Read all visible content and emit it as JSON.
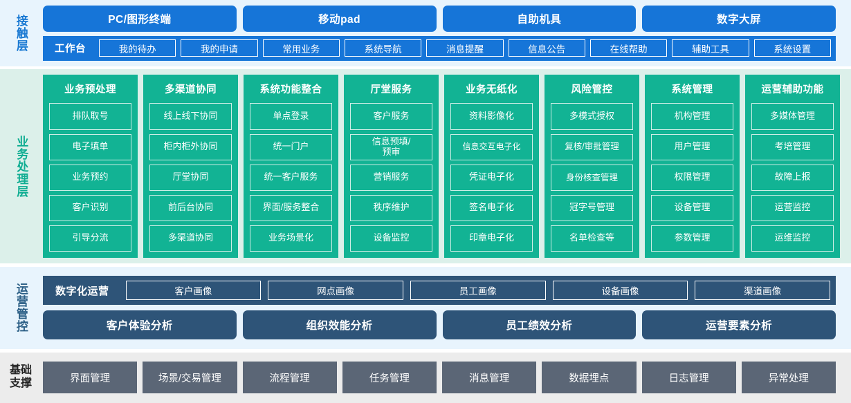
{
  "colors": {
    "contact_band_bg": "#e8f4fd",
    "contact_accent": "#1675d8",
    "business_band_bg": "#dcf0ea",
    "business_accent": "#12b394",
    "ops_band_bg": "#e8f4fd",
    "ops_accent": "#2e5478",
    "base_band_bg": "#ececec",
    "base_accent": "#5b6676"
  },
  "contact_layer": {
    "label": "接触层",
    "channels": [
      {
        "label": "PC/图形终端"
      },
      {
        "label": "移动pad"
      },
      {
        "label": "自助机具"
      },
      {
        "label": "数字大屏"
      }
    ],
    "workbench": {
      "title": "工作台",
      "items": [
        {
          "label": "我的待办"
        },
        {
          "label": "我的申请"
        },
        {
          "label": "常用业务"
        },
        {
          "label": "系统导航"
        },
        {
          "label": "消息提醒"
        },
        {
          "label": "信息公告"
        },
        {
          "label": "在线帮助"
        },
        {
          "label": "辅助工具"
        },
        {
          "label": "系统设置"
        }
      ]
    }
  },
  "business_layer": {
    "label": "业务处理层",
    "columns": [
      {
        "title": "业务预处理",
        "items": [
          {
            "label": "排队取号"
          },
          {
            "label": "电子填单"
          },
          {
            "label": "业务预约"
          },
          {
            "label": "客户识别"
          },
          {
            "label": "引导分流"
          }
        ]
      },
      {
        "title": "多渠道协同",
        "items": [
          {
            "label": "线上线下协同"
          },
          {
            "label": "柜内柜外协同"
          },
          {
            "label": "厅堂协同"
          },
          {
            "label": "前后台协同"
          },
          {
            "label": "多渠道协同"
          }
        ]
      },
      {
        "title": "系统功能整合",
        "items": [
          {
            "label": "单点登录"
          },
          {
            "label": "统一门户"
          },
          {
            "label": "统一客户服务"
          },
          {
            "label": "界面/服务整合"
          },
          {
            "label": "业务场景化"
          }
        ]
      },
      {
        "title": "厅堂服务",
        "items": [
          {
            "label": "客户服务"
          },
          {
            "label": "信息预填/\n预审"
          },
          {
            "label": "营销服务"
          },
          {
            "label": "秩序维护"
          },
          {
            "label": "设备监控"
          }
        ]
      },
      {
        "title": "业务无纸化",
        "items": [
          {
            "label": "资料影像化"
          },
          {
            "label": "信息交互电子化"
          },
          {
            "label": "凭证电子化"
          },
          {
            "label": "签名电子化"
          },
          {
            "label": "印章电子化"
          }
        ]
      },
      {
        "title": "风险管控",
        "items": [
          {
            "label": "多模式授权"
          },
          {
            "label": "复核/审批管理"
          },
          {
            "label": "身份核查管理"
          },
          {
            "label": "冠字号管理"
          },
          {
            "label": "名单检查等"
          }
        ]
      },
      {
        "title": "系统管理",
        "items": [
          {
            "label": "机构管理"
          },
          {
            "label": "用户管理"
          },
          {
            "label": "权限管理"
          },
          {
            "label": "设备管理"
          },
          {
            "label": "参数管理"
          }
        ]
      },
      {
        "title": "运营辅助功能",
        "items": [
          {
            "label": "多媒体管理"
          },
          {
            "label": "考培管理"
          },
          {
            "label": "故障上报"
          },
          {
            "label": "运营监控"
          },
          {
            "label": "运维监控"
          }
        ]
      }
    ]
  },
  "ops_layer": {
    "label": "运营管控",
    "portrait": {
      "title": "数字化运营",
      "items": [
        {
          "label": "客户画像"
        },
        {
          "label": "网点画像"
        },
        {
          "label": "员工画像"
        },
        {
          "label": "设备画像"
        },
        {
          "label": "渠道画像"
        }
      ]
    },
    "analysis": [
      {
        "label": "客户体验分析"
      },
      {
        "label": "组织效能分析"
      },
      {
        "label": "员工绩效分析"
      },
      {
        "label": "运营要素分析"
      }
    ]
  },
  "base_layer": {
    "label_line1": "基础",
    "label_line2": "支撑",
    "items": [
      {
        "label": "界面管理"
      },
      {
        "label": "场景/交易管理"
      },
      {
        "label": "流程管理"
      },
      {
        "label": "任务管理"
      },
      {
        "label": "消息管理"
      },
      {
        "label": "数据埋点"
      },
      {
        "label": "日志管理"
      },
      {
        "label": "异常处理"
      }
    ]
  }
}
